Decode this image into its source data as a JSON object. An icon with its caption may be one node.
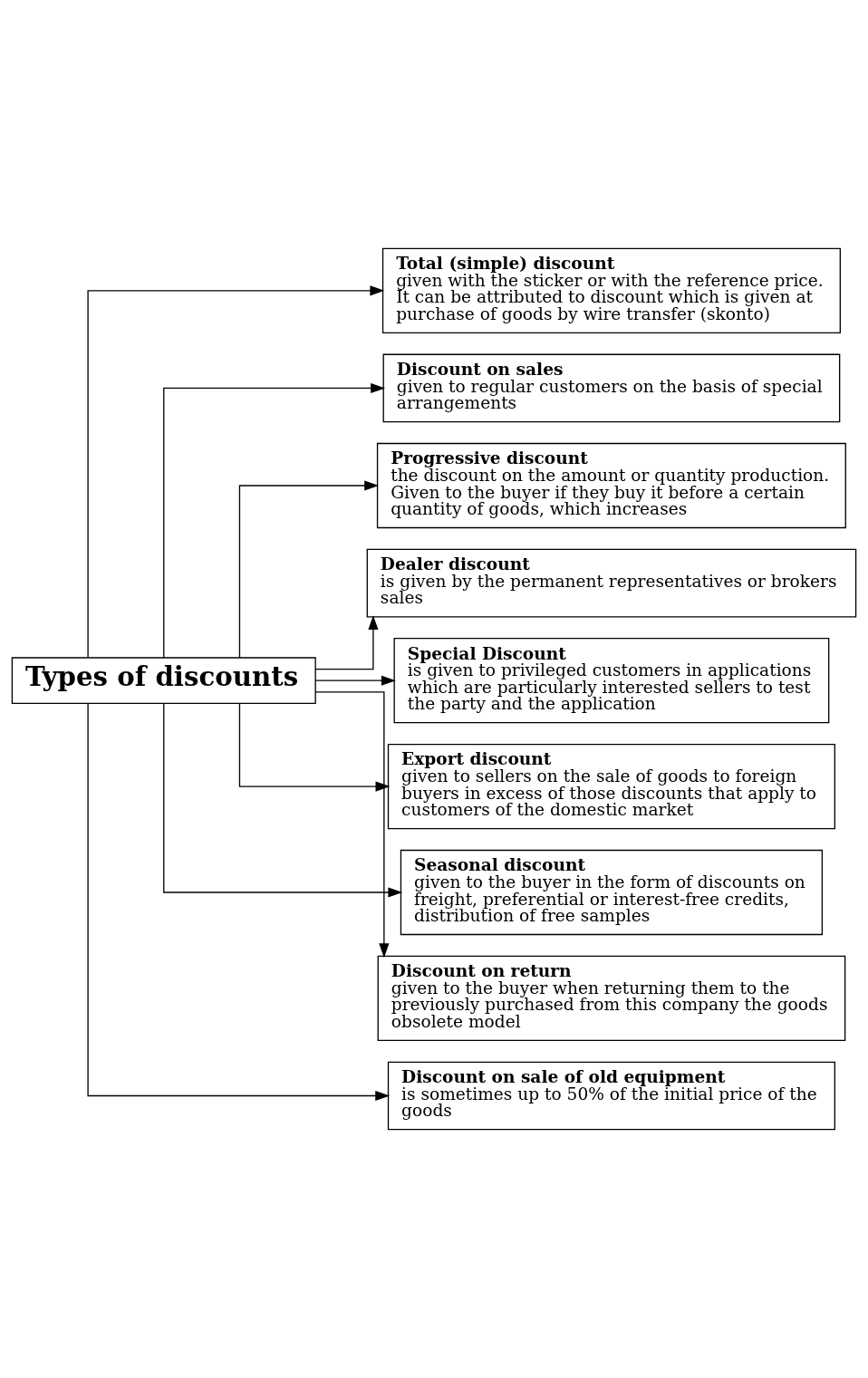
{
  "diagram": {
    "nodes": [
      {
        "text": [
          "Types of discounts"
        ]
      },
      {
        "text": [
          "Total (simple) discount",
          "given with the sticker or with the reference price. It can be attributed to discount which is given at purchase of goods by wire transfer (skonto)"
        ]
      },
      {
        "text": [
          "Discount on sales",
          "given to regular customers on the basis of special arrangements"
        ]
      },
      {
        "text": [
          "Progressive discount",
          "the discount on the amount or quantity production. Given to the buyer if they buy it before a certain quantity of goods, which increases"
        ]
      },
      {
        "text": [
          "Dealer discount",
          "is given by the permanent representatives or brokers sales"
        ]
      },
      {
        "text": [
          "Special Discount",
          "is given to privileged customers in applications which are particularly interested sellers to test the party and the application"
        ]
      },
      {
        "text": [
          "Export discount",
          "given to sellers on the sale of goods to foreign buyers in excess of those discounts that apply to customers of the domestic market"
        ]
      },
      {
        "text": [
          "Seasonal discount",
          "given to the buyer in the form of discounts on freight, preferential or interest-free credits, distribution of free samples"
        ]
      },
      {
        "text": [
          "Discount on return",
          "given to the buyer when returning them to the previously purchased from this company the goods obsolete model"
        ]
      },
      {
        "text": [
          "Discount on sale of old equipment",
          "is sometimes up to 50% of the initial price of the goods"
        ]
      }
    ],
    "edges": [
      {
        "from": 0,
        "to": 1,
        "arrow": "to"
      },
      {
        "from": 0,
        "to": 2,
        "arrow": "to"
      },
      {
        "from": 0,
        "to": 3,
        "arrow": "to"
      },
      {
        "from": 0,
        "to": 4,
        "arrow": "to"
      },
      {
        "from": 0,
        "to": 5,
        "arrow": "to"
      },
      {
        "from": 0,
        "to": 6,
        "arrow": "to"
      },
      {
        "from": 0,
        "to": 7,
        "arrow": "to"
      },
      {
        "from": 0,
        "to": 8,
        "arrow": "to"
      },
      {
        "from": 0,
        "to": 9,
        "arrow": "to"
      }
    ]
  }
}
